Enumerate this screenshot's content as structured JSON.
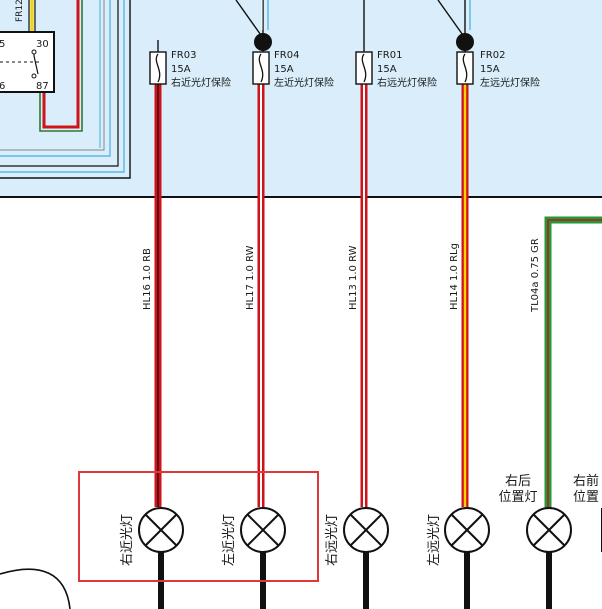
{
  "relay": {
    "name": "FR12",
    "pins": [
      "5",
      "30",
      "6",
      "87"
    ]
  },
  "fuses": [
    {
      "id": "FR03",
      "rating": "15A",
      "desc": "右近光灯保险"
    },
    {
      "id": "FR04",
      "rating": "15A",
      "desc": "左近光灯保险"
    },
    {
      "id": "FR01",
      "rating": "15A",
      "desc": "右远光灯保险"
    },
    {
      "id": "FR02",
      "rating": "15A",
      "desc": "左远光灯保险"
    }
  ],
  "wires": [
    {
      "label": "HL16  1.0  RB"
    },
    {
      "label": "HL17  1.0  RW"
    },
    {
      "label": "HL13  1.0  RW"
    },
    {
      "label": "HL14  1.0  RLg"
    },
    {
      "label": "TL04a  0.75  GR"
    }
  ],
  "lamps": [
    {
      "label": "右近光灯"
    },
    {
      "label": "左近光灯"
    },
    {
      "label": "右远光灯"
    },
    {
      "label": "左远光灯"
    },
    {
      "label_line1": "右后",
      "label_line2": "位置灯"
    },
    {
      "label_line1": "右前",
      "label_line2": "位置"
    }
  ],
  "colors": {
    "fuse_box_bg": "#d9eefa",
    "red": "#d0121b",
    "yellow": "#f5d400",
    "green": "#1f9a3a",
    "black": "#111111",
    "highlight": "#e0373a"
  }
}
